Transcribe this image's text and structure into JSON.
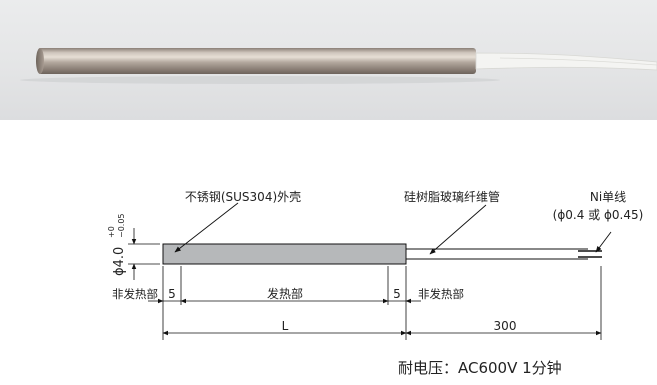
{
  "labels": {
    "sheath": "不锈钢(SUS304)外壳",
    "sleeve": "硅树脂玻璃纤维管",
    "lead_title": "Ni单线",
    "lead_spec": "(ϕ0.4 或 ϕ0.45)",
    "diameter_main": "ϕ4.0",
    "diameter_tol_upper": "+0",
    "diameter_tol_lower": "−0.05",
    "non_heating_left": "非发热部",
    "non_heating_right": "非发热部",
    "heating": "发热部",
    "dim_left_end": "5",
    "dim_right_end": "5",
    "length": "L",
    "lead_length": "300"
  },
  "footnote": "耐电压：AC600V 1分钟",
  "colors": {
    "rod_fill": "#b6b8ba",
    "line": "#111111",
    "photo_bg": "#e6e7e8"
  }
}
